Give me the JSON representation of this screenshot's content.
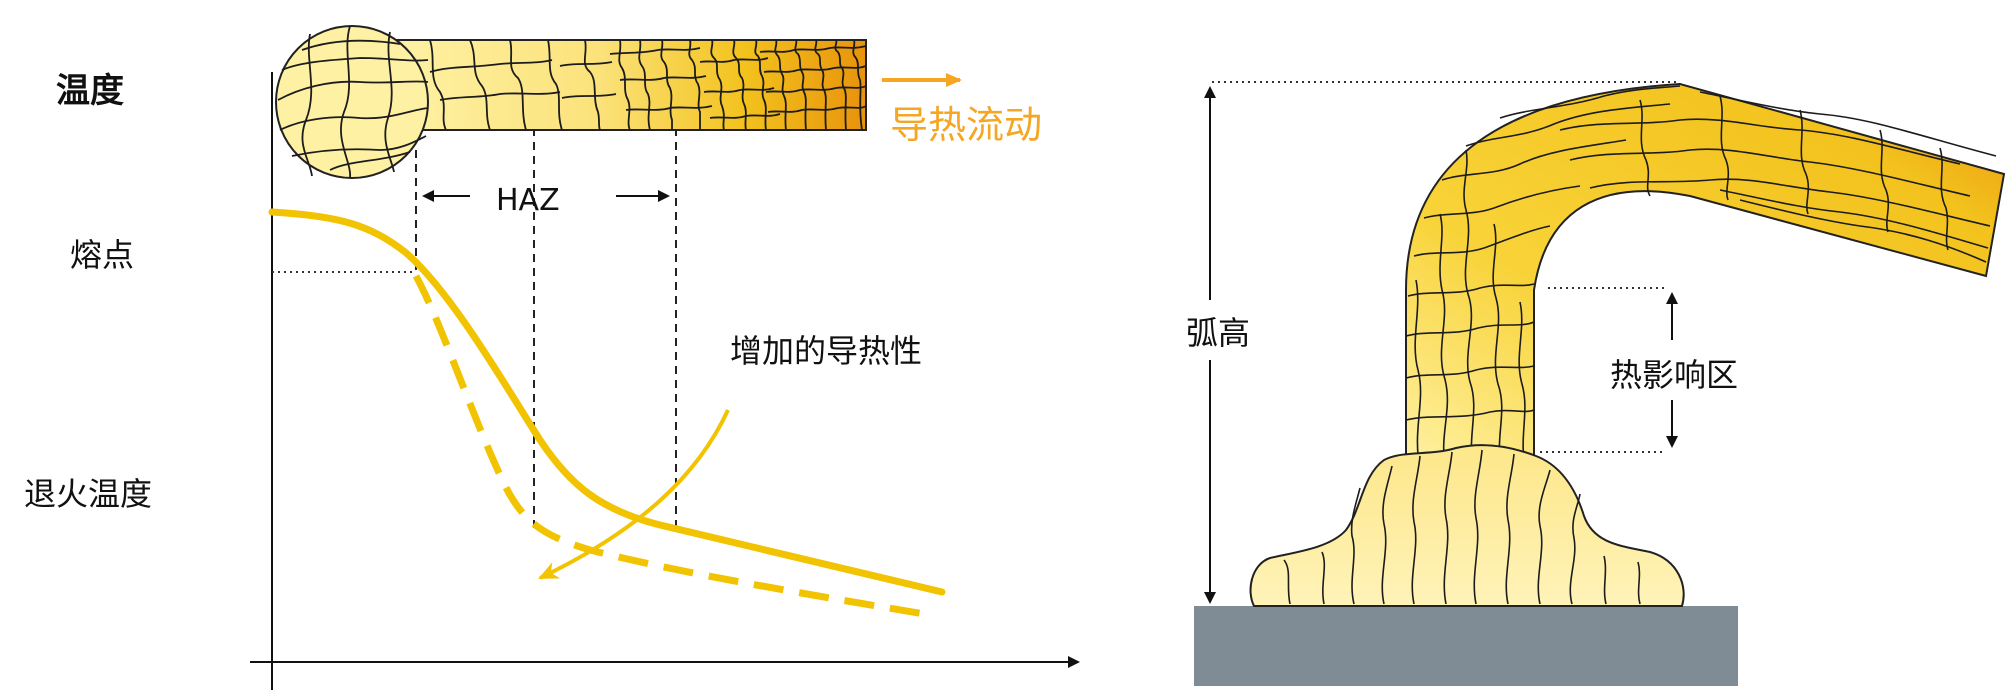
{
  "left_diagram": {
    "y_labels": {
      "temperature": "温度",
      "melting_point": "熔点",
      "annealing_temperature": "退火温度"
    },
    "haz_label": "HAZ",
    "heat_flow_label": "导热流动",
    "thermal_conductivity_label": "增加的导热性"
  },
  "right_diagram": {
    "loop_height_label": "弧高",
    "heat_affected_zone_label": "热影响区"
  },
  "colors": {
    "curve": "#f2c300",
    "accent": "#f5a623",
    "wire_light": "#fff0a0",
    "wire_mid": "#f7cf2a",
    "wire_dark": "#e8930c",
    "substrate": "#7f8c95",
    "grain_line": "#1c1c1c"
  }
}
